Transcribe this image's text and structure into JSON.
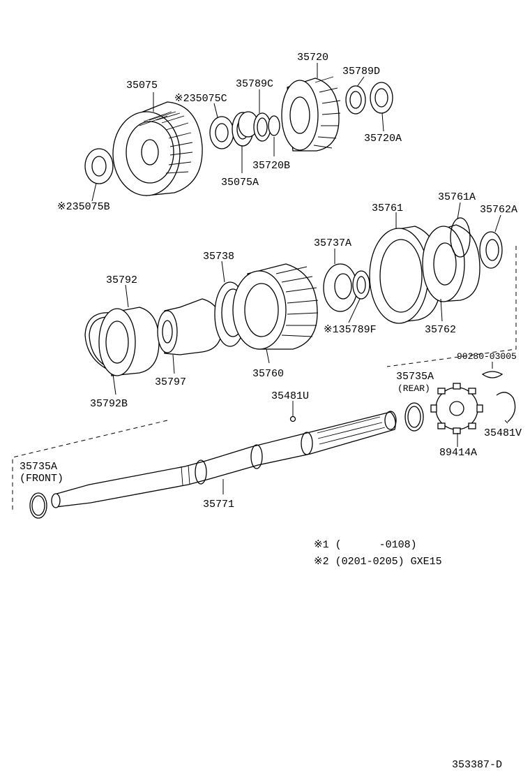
{
  "diagram": {
    "labels": {
      "p35720": "35720",
      "p35075": "35075",
      "p35789D": "35789D",
      "p35789C": "35789C",
      "p35075C": "※235075C",
      "p35720A": "35720A",
      "p35720B": "35720B",
      "p35075A": "35075A",
      "p35075B": "※235075B",
      "p35761A": "35761A",
      "p35761": "35761",
      "p35762A": "35762A",
      "p35737A": "35737A",
      "p35738": "35738",
      "p35792": "35792",
      "p35789F": "※135789F",
      "p35762": "35762",
      "p35760": "35760",
      "p35797": "35797",
      "p90280": "90280-03005",
      "p35735A_rear": "35735A",
      "rear": "(REAR)",
      "p35481U": "35481U",
      "p35792B": "35792B",
      "p35481V": "35481V",
      "p89414A": "89414A",
      "p35735A_front": "35735A",
      "front": "(FRONT)",
      "p35771": "35771"
    },
    "notes": {
      "note1": "※1 (      -0108)",
      "note2": "※2 (0201-0205) GXE15"
    },
    "diagram_code": "353387-D"
  }
}
